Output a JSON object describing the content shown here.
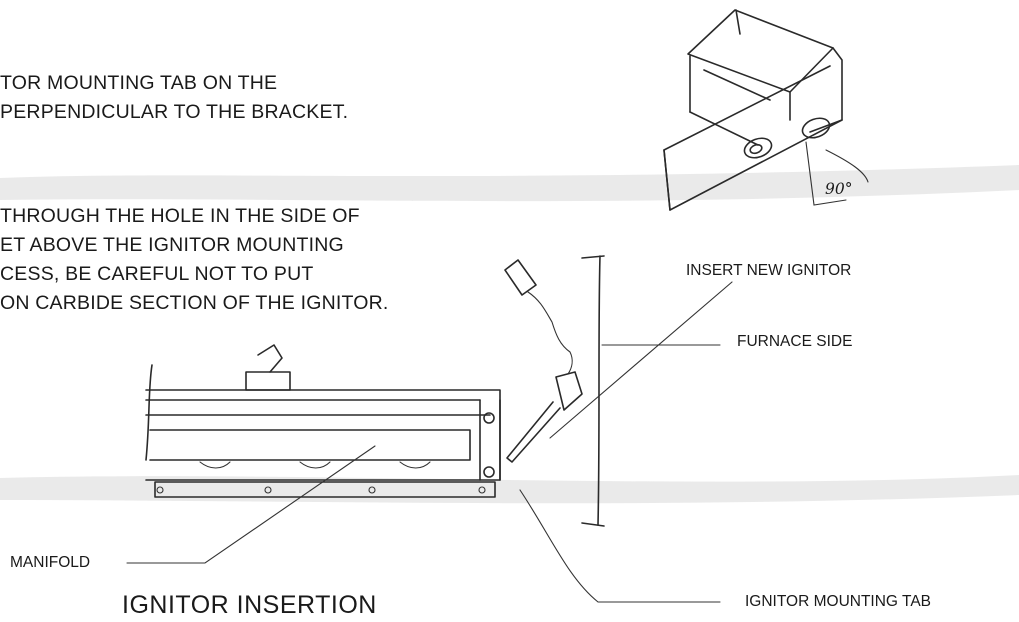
{
  "instructions": {
    "step1": [
      "TOR MOUNTING TAB ON THE",
      "PERPENDICULAR TO THE BRACKET."
    ],
    "step2": [
      "THROUGH THE HOLE IN THE SIDE OF",
      "ET ABOVE THE IGNITOR MOUNTING",
      "CESS, BE CAREFUL NOT TO PUT",
      "ON CARBIDE SECTION OF THE IGNITOR."
    ]
  },
  "bracket_detail": {
    "angle_label": "90°"
  },
  "callouts": {
    "insert_new_ignitor": "INSERT NEW IGNITOR",
    "furnace_side": "FURNACE SIDE",
    "manifold": "MANIFOLD",
    "ignitor_mounting_tab": "IGNITOR MOUNTING TAB"
  },
  "figure_title": "IGNITOR INSERTION"
}
